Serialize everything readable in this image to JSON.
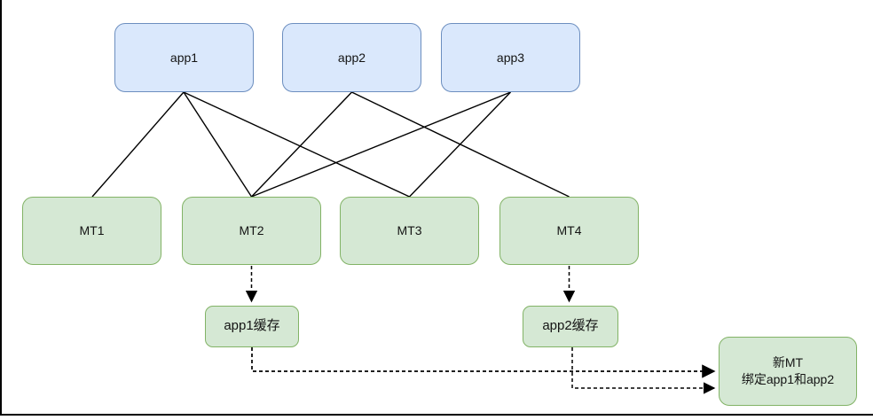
{
  "diagram": {
    "type": "topology-diagram",
    "nodes": {
      "app1": {
        "label": "app1",
        "kind": "app"
      },
      "app2": {
        "label": "app2",
        "kind": "app"
      },
      "app3": {
        "label": "app3",
        "kind": "app"
      },
      "mt1": {
        "label": "MT1",
        "kind": "mt"
      },
      "mt2": {
        "label": "MT2",
        "kind": "mt"
      },
      "mt3": {
        "label": "MT3",
        "kind": "mt"
      },
      "mt4": {
        "label": "MT4",
        "kind": "mt"
      },
      "app1_cache": {
        "label": "app1缓存",
        "kind": "cache"
      },
      "app2_cache": {
        "label": "app2缓存",
        "kind": "cache"
      },
      "new_mt": {
        "label_line1": "新MT",
        "label_line2": "绑定app1和app2",
        "kind": "mt"
      }
    },
    "edges": {
      "solid": [
        {
          "from": "app1",
          "to": "MT1"
        },
        {
          "from": "app1",
          "to": "MT2"
        },
        {
          "from": "app1",
          "to": "MT3"
        },
        {
          "from": "app2",
          "to": "MT2"
        },
        {
          "from": "app2",
          "to": "MT4"
        },
        {
          "from": "app3",
          "to": "MT2"
        },
        {
          "from": "app3",
          "to": "MT3"
        }
      ],
      "dashed_arrows": [
        {
          "from": "MT2",
          "to": "app1缓存"
        },
        {
          "from": "MT4",
          "to": "app2缓存"
        },
        {
          "from": "app1缓存",
          "to": "新MT"
        },
        {
          "from": "app2缓存",
          "to": "新MT"
        }
      ]
    },
    "colors": {
      "app_fill": "#dae8fc",
      "app_stroke": "#6c8ebf",
      "mt_fill": "#d5e8d4",
      "mt_stroke": "#82b366",
      "edge_line": "#000000",
      "frame": "#000000",
      "background": "#ffffff"
    }
  }
}
